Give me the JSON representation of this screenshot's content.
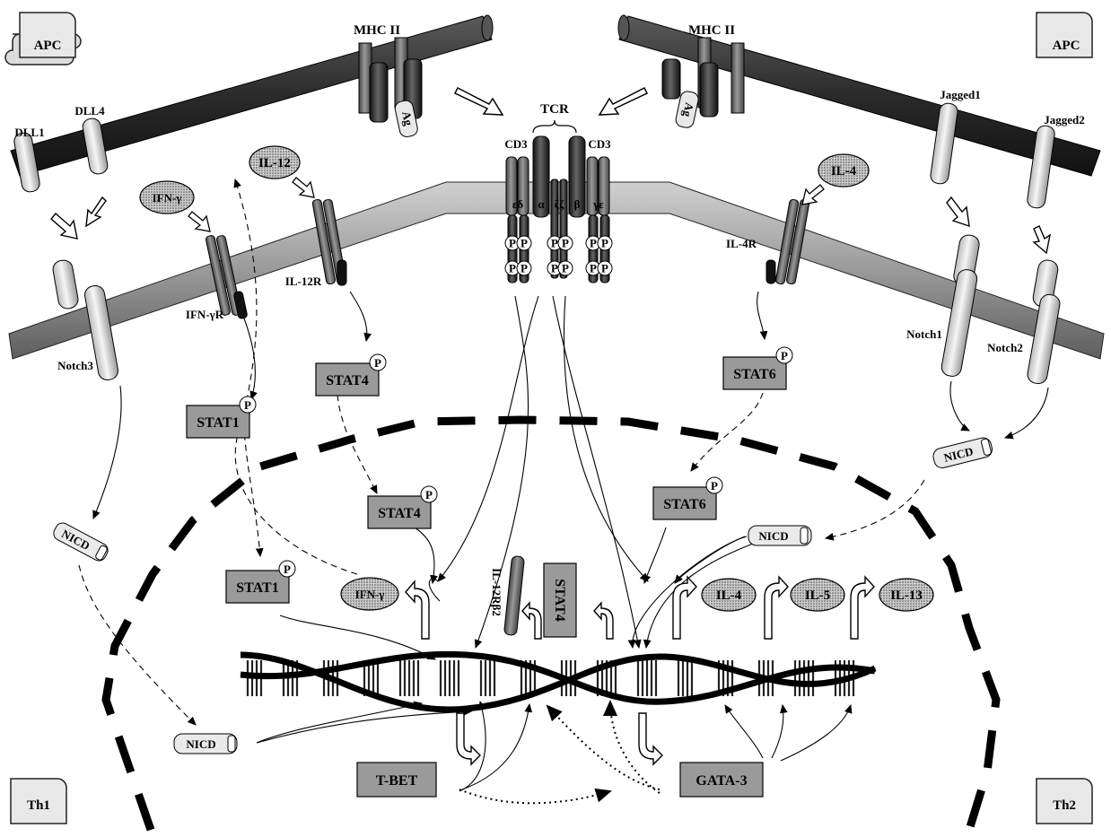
{
  "scroll_labels": {
    "apc_left": "APC",
    "apc_right": "APC",
    "th1": "Th1",
    "th2": "Th2"
  },
  "membrane_labels": {
    "mhc_left": "MHC II",
    "mhc_right": "MHC II",
    "ag_left": "Ag",
    "ag_right": "Ag",
    "tcr": "TCR",
    "cd3_left": "CD3",
    "cd3_right": "CD3",
    "cd3_chain_left": "εδ",
    "tcr_alpha": "α",
    "zeta": "ζζ",
    "tcr_beta": "β",
    "cd3_chain_right": "γε",
    "phospho": "P",
    "dll1": "DLL1",
    "dll4": "DLL4",
    "jagged1": "Jagged1",
    "jagged2": "Jagged2",
    "notch1": "Notch1",
    "notch2": "Notch2",
    "notch3": "Notch3",
    "ifngr": "IFN-γR",
    "il12r": "IL-12R",
    "il4r": "IL-4R"
  },
  "cytokines": {
    "ifng_top": "IFN-γ",
    "il12_top": "IL-12",
    "il4_top": "IL-4",
    "ifng_out": "IFN-γ",
    "il4_out": "IL-4",
    "il5_out": "IL-5",
    "il13_out": "IL-13"
  },
  "boxes": {
    "stat1_top": "STAT1",
    "stat4_top": "STAT4",
    "stat6_top": "STAT6",
    "stat4_nuc": "STAT4",
    "stat6_nuc": "STAT6",
    "stat1_nuc": "STAT1",
    "stat4_vert": "STAT4",
    "tbet": "T-BET",
    "gata3": "GATA-3"
  },
  "nicd": {
    "left_top": "NICD",
    "left_bottom": "NICD",
    "right_top": "NICD",
    "right_mid": "NICD"
  },
  "receptor_labels": {
    "il12rb2": "IL-12Rβ2"
  },
  "colors": {
    "apc_membrane": "#2f2f2f",
    "t_membrane": "#9a9a9a",
    "stat_box": "#9a9a9a",
    "notch": "#e8e8e8"
  }
}
